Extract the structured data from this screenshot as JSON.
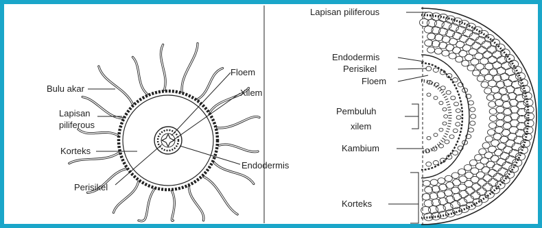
{
  "left_diagram": {
    "labels": {
      "bulu_akar": "Bulu akar",
      "lapisan_line1": "Lapisan",
      "lapisan_line2": "piliferous",
      "korteks": "Korteks",
      "perisikel": "Perisikel",
      "floem": "Floem",
      "xilem": "Xilem",
      "endodermis": "Endodermis"
    }
  },
  "right_diagram": {
    "labels": {
      "lapisan_piliferous": "Lapisan piliferous",
      "endodermis": "Endodermis",
      "perisikel": "Perisikel",
      "floem": "Floem",
      "pembuluh_line1": "Pembuluh",
      "pembuluh_line2": "xilem",
      "kambium": "Kambium",
      "korteks": "Korteks"
    }
  },
  "colors": {
    "border": "#1aa6c9",
    "ink": "#222222"
  }
}
